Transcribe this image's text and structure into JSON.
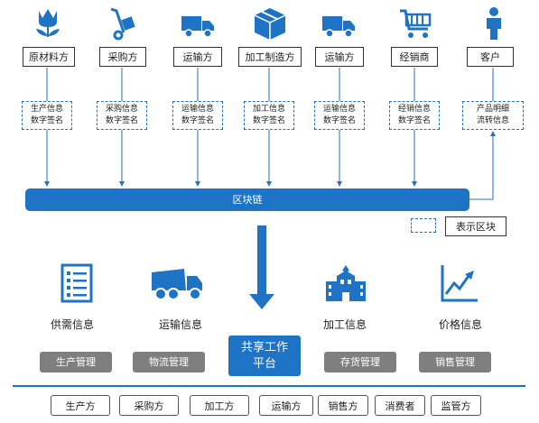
{
  "colors": {
    "accent": "#1f73c4",
    "gray": "#7f7f7f"
  },
  "actors": [
    {
      "label": "原材料方",
      "icon": "tulip-icon"
    },
    {
      "label": "采购方",
      "icon": "hand-truck-icon"
    },
    {
      "label": "运输方",
      "icon": "truck-icon"
    },
    {
      "label": "加工制造方",
      "icon": "box-icon"
    },
    {
      "label": "运输方",
      "icon": "truck-icon"
    },
    {
      "label": "经销商",
      "icon": "shopping-cart-icon"
    },
    {
      "label": "客户",
      "icon": "person-icon"
    }
  ],
  "info_boxes": [
    {
      "line1": "生产信息",
      "line2": "数字签名"
    },
    {
      "line1": "采购信息",
      "line2": "数字签名"
    },
    {
      "line1": "运输信息",
      "line2": "数字签名"
    },
    {
      "line1": "加工信息",
      "line2": "数字签名"
    },
    {
      "line1": "运输信息",
      "line2": "数字签名"
    },
    {
      "line1": "经销信息",
      "line2": "数字签名"
    },
    {
      "line1": "产品明细",
      "line2": "流转信息"
    }
  ],
  "blockchain_label": "区块链",
  "legend_label": "表示区块",
  "shared_info": [
    {
      "label": "供需信息",
      "icon": "checklist-icon"
    },
    {
      "label": "运输信息",
      "icon": "dump-truck-icon"
    },
    {
      "label": "加工信息",
      "icon": "factory-building-icon"
    },
    {
      "label": "价格信息",
      "icon": "trend-chart-icon"
    }
  ],
  "platform": {
    "line1": "共享工作",
    "line2": "平台"
  },
  "management": [
    "生产管理",
    "物流管理",
    "存货管理",
    "销售管理"
  ],
  "parties": [
    "生产方",
    "采购方",
    "加工方",
    "运输方",
    "销售方",
    "消费者",
    "监管方"
  ]
}
